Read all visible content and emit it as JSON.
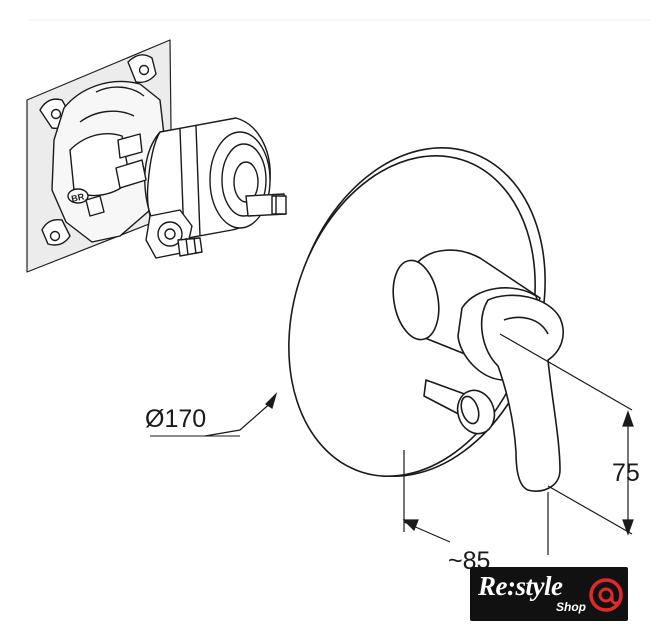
{
  "dimensions": {
    "diameter": "Ø170",
    "height": "75",
    "depth": "~85"
  },
  "logo": {
    "main": "Re:style",
    "sub": "Shop",
    "accent_color": "#e02a2a"
  }
}
